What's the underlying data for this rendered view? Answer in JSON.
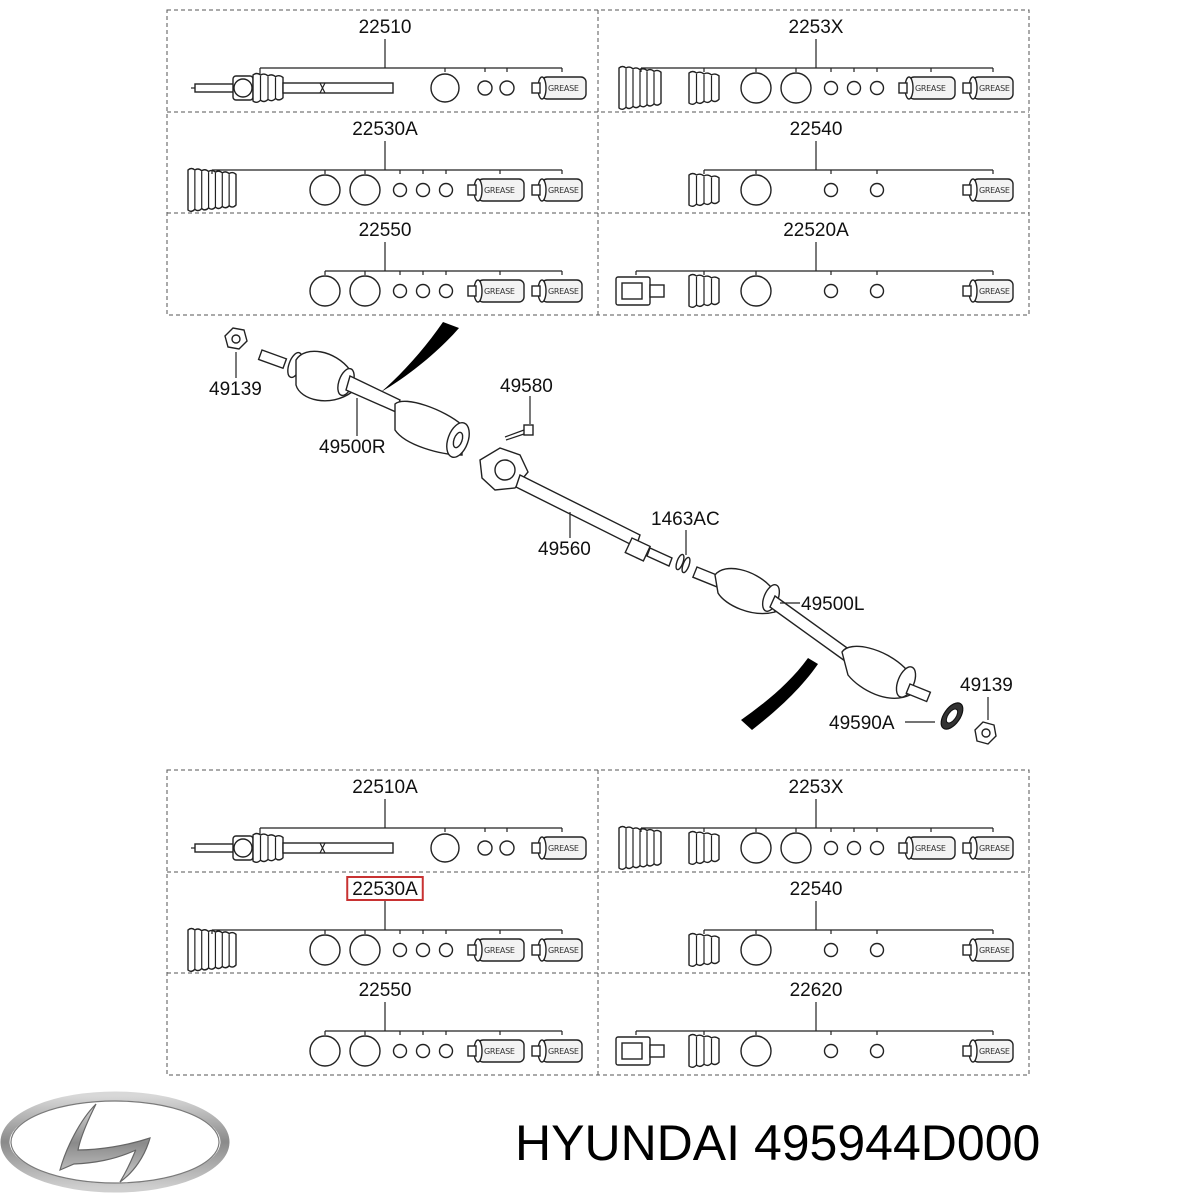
{
  "brand": "HYUNDAI",
  "part_number": "495944D000",
  "grease_label": "GREASE",
  "top_kits": [
    {
      "code": "22510",
      "layout": "shaft"
    },
    {
      "code": "2253X",
      "layout": "boots"
    },
    {
      "code": "22530A",
      "layout": "outer"
    },
    {
      "code": "22540",
      "layout": "inner"
    },
    {
      "code": "22550",
      "layout": "rings"
    },
    {
      "code": "22520A",
      "layout": "tripod"
    }
  ],
  "bottom_kits": [
    {
      "code": "22510A",
      "layout": "shaft"
    },
    {
      "code": "2253X",
      "layout": "boots"
    },
    {
      "code": "22530A",
      "layout": "outer",
      "highlighted": true
    },
    {
      "code": "22540",
      "layout": "inner"
    },
    {
      "code": "22550",
      "layout": "rings"
    },
    {
      "code": "22620",
      "layout": "tripod"
    }
  ],
  "callouts": {
    "nut_right": "49139",
    "shaft_right": "49500R",
    "bolt": "49580",
    "center_shaft": "49560",
    "clip": "1463AC",
    "shaft_left": "49500L",
    "nut_left": "49139",
    "seal": "49590A"
  },
  "colors": {
    "highlight": "#c83232",
    "line": "#222222"
  }
}
